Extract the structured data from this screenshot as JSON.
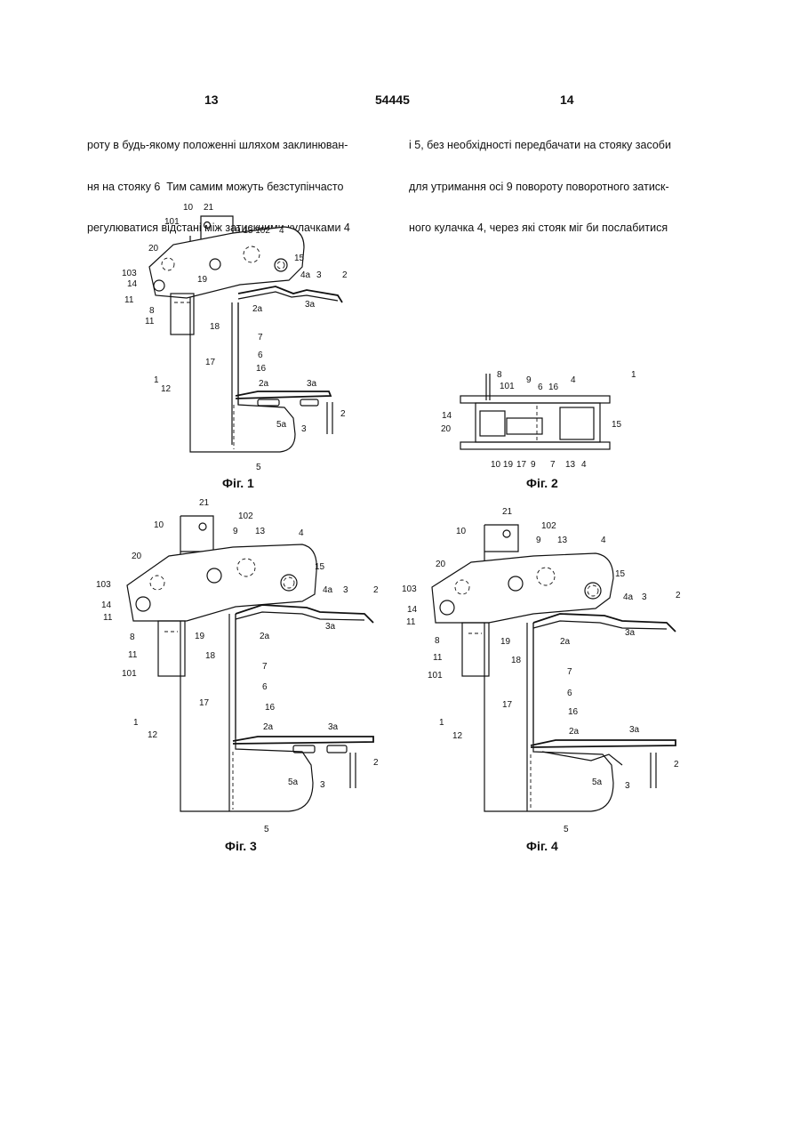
{
  "header": {
    "left_page": "13",
    "center_number": "54445",
    "right_page": "14"
  },
  "text": {
    "left_column": [
      "роту в будь-якому положенні шляхом заклинюван-",
      "ня на стояку 6  Тим самим можуть безступінчасто",
      "регулюватися відстані між затискними кулачками 4"
    ],
    "right_column": [
      "і 5, без необхідності передбачати на стояку засоби",
      "для утримання осі 9 повороту поворотного затиск-",
      "ного кулачка 4, через які стояк міг би послабитися"
    ]
  },
  "figures": {
    "fig1": {
      "caption": "Фіг. 1",
      "labels": [
        "10",
        "21",
        "101",
        "9",
        "13",
        "102",
        "4",
        "20",
        "15",
        "103",
        "19",
        "4a",
        "3",
        "2",
        "14",
        "11",
        "3a",
        "2a",
        "8",
        "11",
        "18",
        "7",
        "6",
        "16",
        "17",
        "1",
        "12",
        "2a",
        "3a",
        "2",
        "5a",
        "3",
        "5"
      ]
    },
    "fig2": {
      "caption": "Фіг. 2",
      "labels": [
        "8",
        "1",
        "101",
        "9",
        "6",
        "16",
        "4",
        "14",
        "15",
        "20",
        "10",
        "19",
        "17",
        "9",
        "7",
        "13",
        "4"
      ]
    },
    "fig3": {
      "caption": "Фіг. 3",
      "labels": [
        "21",
        "102",
        "10",
        "9",
        "13",
        "4",
        "20",
        "15",
        "103",
        "4a",
        "3",
        "2",
        "14",
        "3a",
        "11",
        "19",
        "2a",
        "8",
        "18",
        "11",
        "7",
        "101",
        "6",
        "17",
        "16",
        "1",
        "12",
        "2a",
        "3a",
        "2",
        "5a",
        "3",
        "5"
      ]
    },
    "fig4": {
      "caption": "Фіг. 4",
      "labels": [
        "21",
        "102",
        "10",
        "9",
        "13",
        "4",
        "20",
        "15",
        "103",
        "4a",
        "3",
        "2",
        "14",
        "3a",
        "11",
        "19",
        "2a",
        "8",
        "18",
        "11",
        "7",
        "101",
        "6",
        "17",
        "16",
        "1",
        "12",
        "2a",
        "3a",
        "2",
        "5a",
        "3",
        "5"
      ]
    }
  }
}
